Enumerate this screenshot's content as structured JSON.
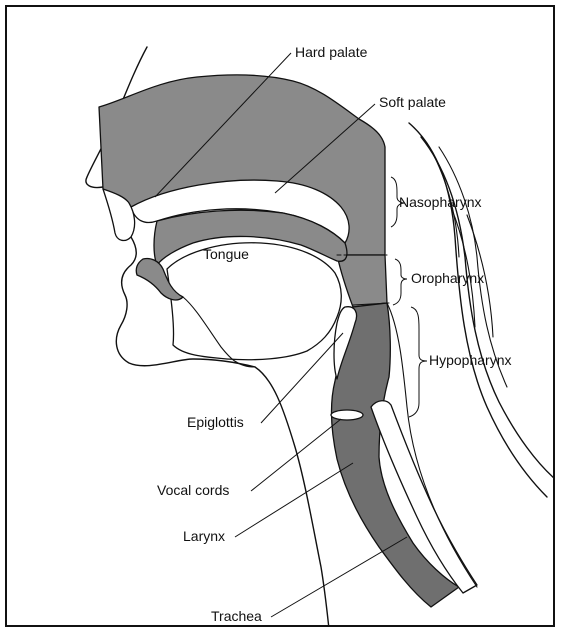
{
  "labels": {
    "hard_palate": "Hard palate",
    "soft_palate": "Soft palate",
    "nasopharynx": "Nasopharynx",
    "oropharynx": "Oropharynx",
    "hypopharynx": "Hypopharynx",
    "tongue": "Tongue",
    "epiglottis": "Epiglottis",
    "vocal_cords": "Vocal cords",
    "larynx": "Larynx",
    "trachea": "Trachea"
  },
  "colors": {
    "ink": "#111111",
    "tissue_shade": "#8a8a8a",
    "airway_shade": "#6f6f6f",
    "background": "#ffffff"
  }
}
